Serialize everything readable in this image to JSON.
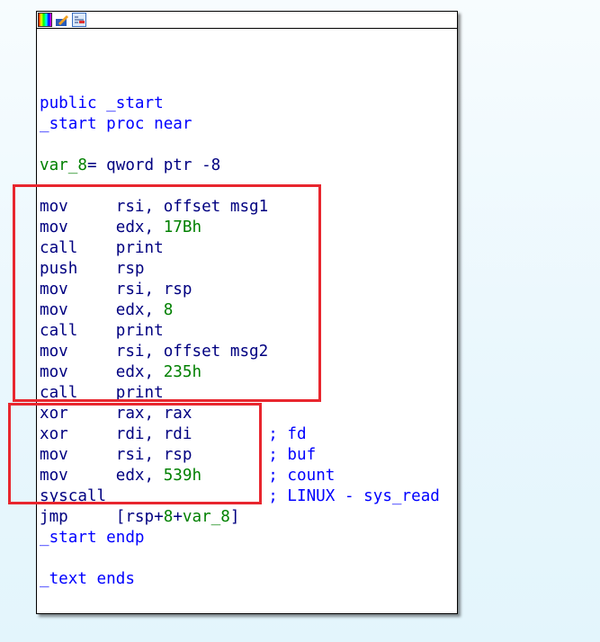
{
  "toolbar": {
    "icons": [
      "color-palette-icon",
      "edit-node-icon",
      "graph-layout-icon"
    ]
  },
  "colors": {
    "highlight": "#e8262e",
    "mnemonic": "#000080",
    "keyword": "#0000ff",
    "number": "#008000"
  },
  "lines": [
    [
      [
        "kw",
        "public _start"
      ]
    ],
    [
      [
        "kw",
        "_start proc near"
      ]
    ],
    [],
    [
      [
        "var",
        "var_8"
      ],
      [
        "pl",
        "= qword ptr -8"
      ]
    ],
    [],
    [
      [
        "mn",
        "mov     "
      ],
      [
        "op",
        "rsi, offset msg1"
      ]
    ],
    [
      [
        "mn",
        "mov     "
      ],
      [
        "op",
        "edx, "
      ],
      [
        "num",
        "17Bh"
      ]
    ],
    [
      [
        "mn",
        "call    "
      ],
      [
        "op",
        "print"
      ]
    ],
    [
      [
        "mn",
        "push    "
      ],
      [
        "op",
        "rsp"
      ]
    ],
    [
      [
        "mn",
        "mov     "
      ],
      [
        "op",
        "rsi, rsp"
      ]
    ],
    [
      [
        "mn",
        "mov     "
      ],
      [
        "op",
        "edx, "
      ],
      [
        "num",
        "8"
      ]
    ],
    [
      [
        "mn",
        "call    "
      ],
      [
        "op",
        "print"
      ]
    ],
    [
      [
        "mn",
        "mov     "
      ],
      [
        "op",
        "rsi, offset msg2"
      ]
    ],
    [
      [
        "mn",
        "mov     "
      ],
      [
        "op",
        "edx, "
      ],
      [
        "num",
        "235h"
      ]
    ],
    [
      [
        "mn",
        "call    "
      ],
      [
        "op",
        "print"
      ]
    ],
    [
      [
        "mn",
        "xor     "
      ],
      [
        "op",
        "rax, rax"
      ]
    ],
    [
      [
        "mn",
        "xor     "
      ],
      [
        "op",
        "rdi, rdi        "
      ],
      [
        "cm",
        "; fd"
      ]
    ],
    [
      [
        "mn",
        "mov     "
      ],
      [
        "op",
        "rsi, rsp        "
      ],
      [
        "cm",
        "; buf"
      ]
    ],
    [
      [
        "mn",
        "mov     "
      ],
      [
        "op",
        "edx, "
      ],
      [
        "num",
        "539h"
      ],
      [
        "op",
        "       "
      ],
      [
        "cm",
        "; count"
      ]
    ],
    [
      [
        "mn",
        "syscall                 "
      ],
      [
        "cm",
        "; LINUX - sys_read"
      ]
    ],
    [
      [
        "mn",
        "jmp     "
      ],
      [
        "op",
        "[rsp+"
      ],
      [
        "num",
        "8"
      ],
      [
        "op",
        "+"
      ],
      [
        "var",
        "var_8"
      ],
      [
        "op",
        "]"
      ]
    ],
    [
      [
        "kw",
        "_start endp"
      ]
    ],
    [],
    [
      [
        "kw",
        "_text ends"
      ]
    ]
  ]
}
